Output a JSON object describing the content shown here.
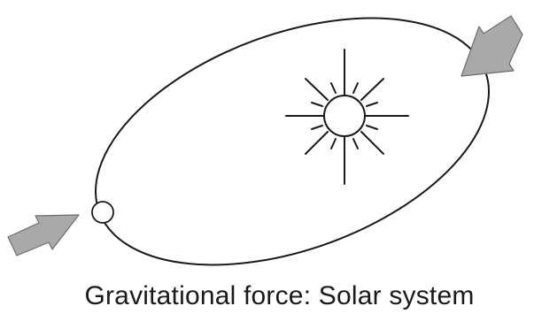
{
  "diagram": {
    "caption": "Gravitational force: Solar system",
    "elements": {
      "orbit": "elliptical-orbit",
      "star": "sun",
      "planet": "planet",
      "arrows": [
        "force-arrow-right",
        "force-arrow-left"
      ]
    },
    "colors": {
      "line": "#1a1a1a",
      "arrow_fill": "#a9a9a9",
      "arrow_stroke": "#6e6e6e",
      "body_fill": "#ffffff"
    }
  }
}
